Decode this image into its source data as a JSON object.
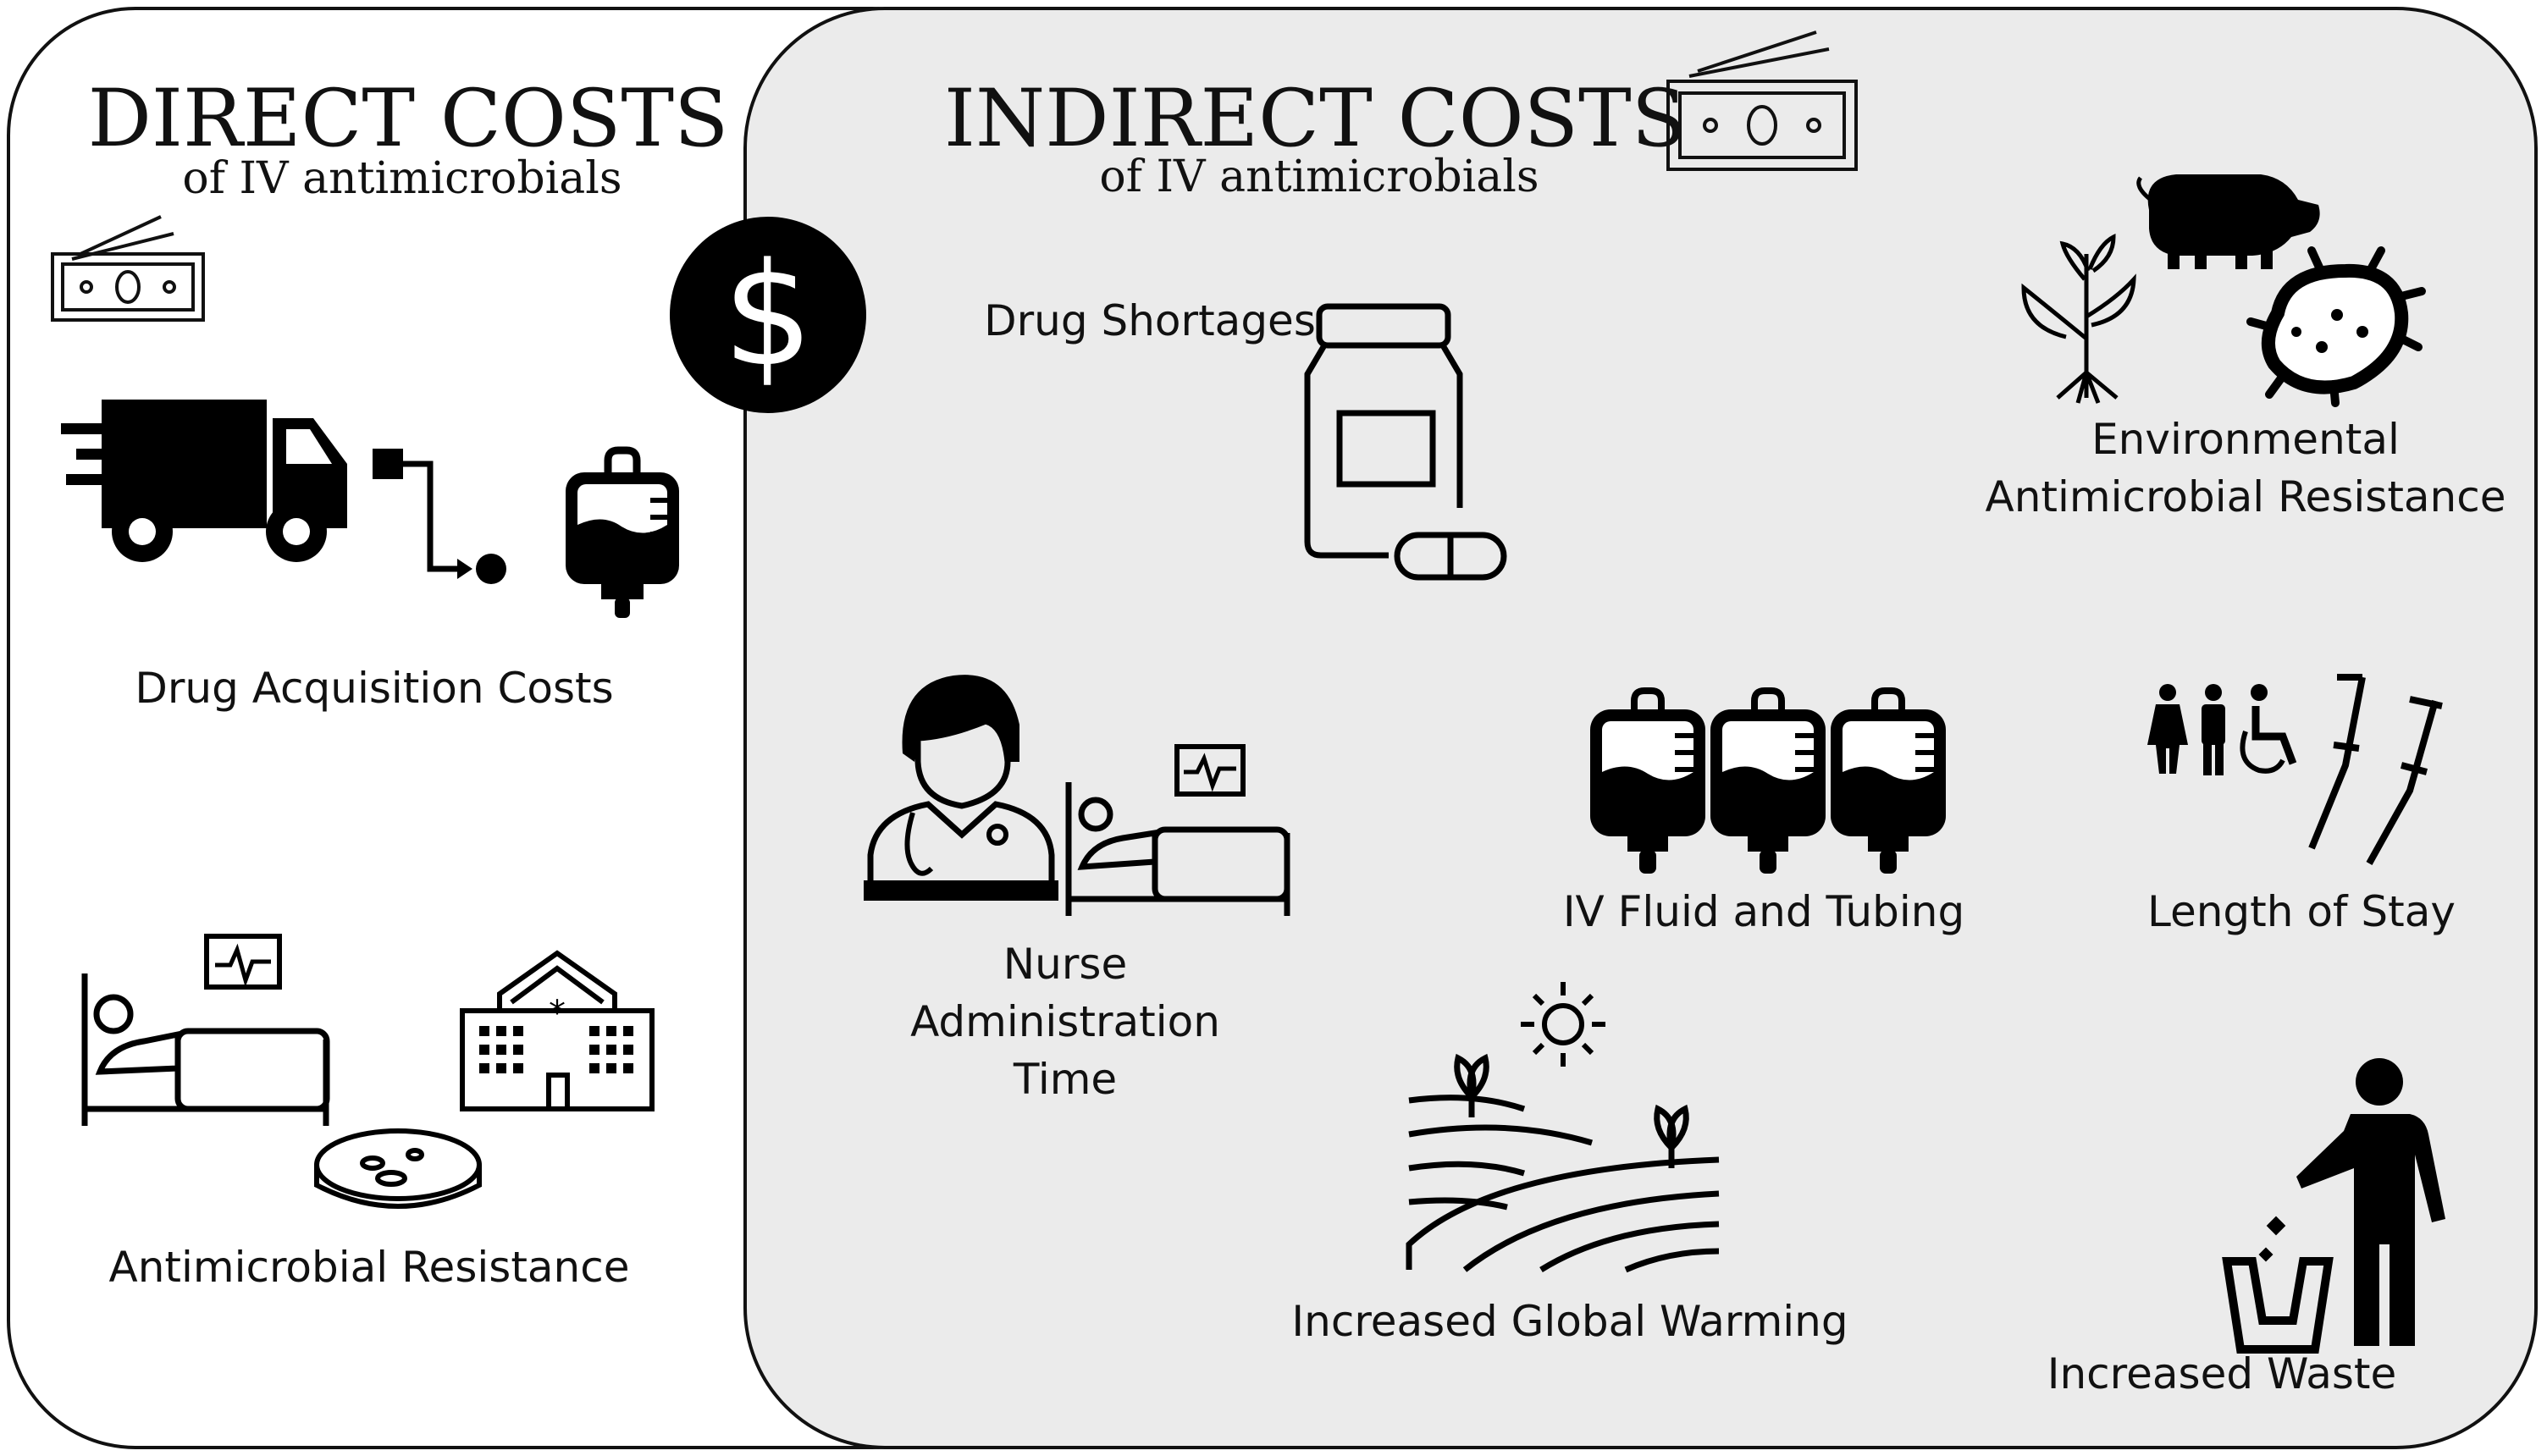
{
  "direct": {
    "title": "DIRECT COSTS",
    "subtitle": "of IV antimicrobials",
    "items": {
      "acquisition": "Drug Acquisition Costs",
      "resistance": "Antimicrobial Resistance"
    }
  },
  "indirect": {
    "title": "INDIRECT COSTS",
    "subtitle": "of IV antimicrobials",
    "items": {
      "shortages": "Drug Shortages",
      "env_line1": "Environmental",
      "env_line2": "Antimicrobial Resistance",
      "nurse_line1": "Nurse",
      "nurse_line2": "Administration",
      "nurse_line3": "Time",
      "iv_fluid": "IV Fluid and Tubing",
      "length_of_stay": "Length of Stay",
      "global_warming": "Increased Global Warming",
      "waste": "Increased Waste"
    }
  },
  "center_symbol": "$",
  "colors": {
    "indirect_fill": "#ebebeb",
    "stroke": "#111111",
    "icon": "#000000"
  }
}
